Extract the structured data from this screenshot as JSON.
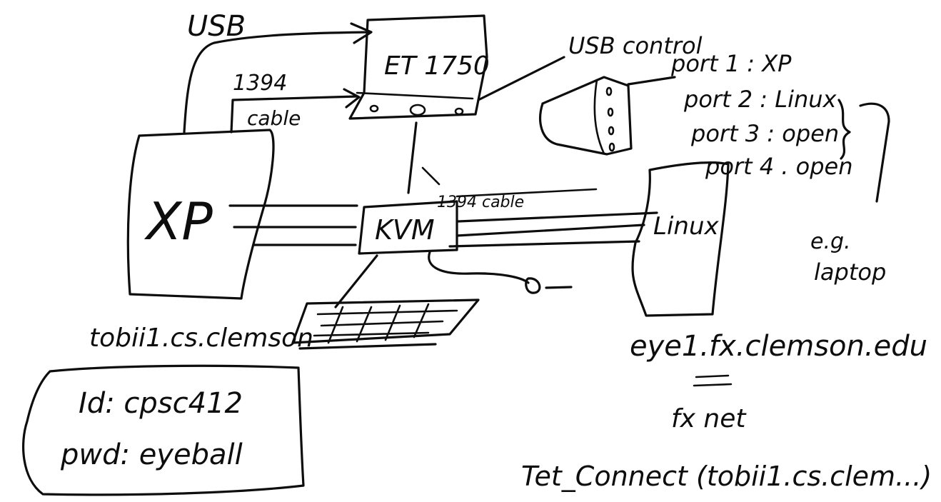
{
  "usb_label": "USB",
  "ieee_label": "1394",
  "ieee_cable_label": "cable",
  "et_box_label": "ET 1750",
  "usb_control_label": "USB control",
  "ports": [
    "port 1 : XP",
    "port 2 : Linux",
    "port 3 : open",
    "port 4 . open"
  ],
  "xp_label": "XP",
  "kvm_label": "KVM",
  "kvm_cable_label": "1394 cable",
  "linux_label": "Linux",
  "laptop_note": [
    "e.g.",
    "laptop"
  ],
  "xp_host": "tobii1.cs.clemson",
  "credentials": {
    "id_line": "Id: cpsc412",
    "pwd_line": "pwd: eyeball"
  },
  "linux_host": "eye1.fx.clemson.edu",
  "net_label": "fx net",
  "connect_call": "Tet_Connect (tobii1.cs.clem...)"
}
